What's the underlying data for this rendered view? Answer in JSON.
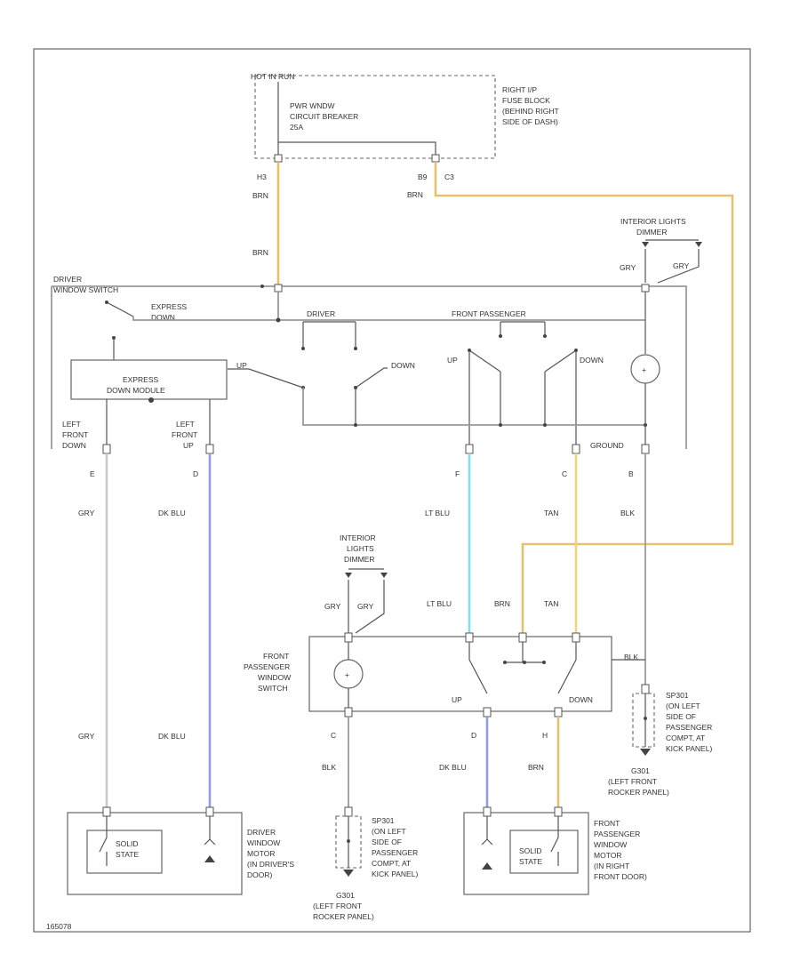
{
  "colors": {
    "brn": "#e8c170",
    "tan": "#f2d27a",
    "lt_blu": "#7fe0f0",
    "dk_blu": "#8f9ce8",
    "gry": "#c8c8c8",
    "blk": "#9a9a9a",
    "line": "#666666"
  },
  "fuse_block": {
    "top_label": "HOT IN RUN",
    "breaker_label": [
      "PWR WNDW",
      "CIRCUIT BREAKER",
      "25A"
    ],
    "location_label": [
      "RIGHT I/P",
      "FUSE BLOCK",
      "(BEHIND RIGHT",
      "SIDE OF DASH)"
    ],
    "pin_left": "H3",
    "pin_right_a": "B9",
    "pin_right_b": "C3"
  },
  "wires": {
    "brn_1": "BRN",
    "brn_2": "BRN",
    "brn_3": "BRN",
    "gry_1": "GRY",
    "gry_2": "GRY",
    "gry_3": "GRY",
    "gry_4": "GRY",
    "gry_5": "GRY",
    "dk_blu_1": "DK BLU",
    "dk_blu_2": "DK BLU",
    "dk_blu_3": "DK BLU",
    "lt_blu_1": "LT BLU",
    "lt_blu_2": "LT BLU",
    "tan_1": "TAN",
    "tan_2": "TAN",
    "blk_1": "BLK",
    "blk_2": "BLK",
    "blk_3": "BLK",
    "brn_4": "BRN"
  },
  "driver_switch": {
    "title": [
      "DRIVER",
      "WINDOW SWITCH"
    ],
    "express_down": [
      "EXPRESS",
      "DOWN"
    ],
    "driver_label": "DRIVER",
    "front_passenger_label": "FRONT PASSENGER",
    "up_1": "UP",
    "down_1": "DOWN",
    "up_2": "UP",
    "down_2": "DOWN",
    "module_label": [
      "EXPRESS",
      "DOWN MODULE"
    ],
    "left_front_down": [
      "LEFT",
      "FRONT",
      "DOWN"
    ],
    "left_front_up": [
      "LEFT",
      "FRONT",
      "UP"
    ],
    "ground_label": "GROUND",
    "pin_e": "E",
    "pin_d": "D",
    "pin_f": "F",
    "pin_c": "C",
    "pin_b": "B"
  },
  "interior_lights_top": [
    "INTERIOR LIGHTS",
    "DIMMER"
  ],
  "interior_lights_mid": [
    "INTERIOR",
    "LIGHTS",
    "DIMMER"
  ],
  "passenger_switch": {
    "title": [
      "FRONT",
      "PASSENGER",
      "WINDOW",
      "SWITCH"
    ],
    "up": "UP",
    "down": "DOWN",
    "pin_blk": "BLK",
    "pin_c": "C",
    "pin_d": "D",
    "pin_h": "H"
  },
  "splice_right": {
    "label": [
      "SP301",
      "(ON LEFT",
      "SIDE OF",
      "PASSENGER",
      "COMPT, AT",
      "KICK PANEL)"
    ]
  },
  "ground_right": [
    "G301",
    "(LEFT FRONT",
    "ROCKER PANEL)"
  ],
  "splice_bottom": {
    "label": [
      "SP301",
      "(ON LEFT",
      "SIDE OF",
      "PASSENGER",
      "COMPT, AT",
      "KICK PANEL)"
    ]
  },
  "ground_bottom": [
    "G301",
    "(LEFT FRONT",
    "ROCKER PANEL)"
  ],
  "driver_motor": {
    "label": [
      "DRIVER",
      "WINDOW",
      "MOTOR",
      "(IN DRIVER'S",
      "DOOR)"
    ],
    "inner": [
      "SOLID",
      "STATE"
    ]
  },
  "passenger_motor": {
    "label": [
      "FRONT",
      "PASSENGER",
      "WINDOW",
      "MOTOR",
      "(IN RIGHT",
      "FRONT DOOR)"
    ],
    "inner": [
      "SOLID",
      "STATE"
    ]
  },
  "figure_id": "165078"
}
